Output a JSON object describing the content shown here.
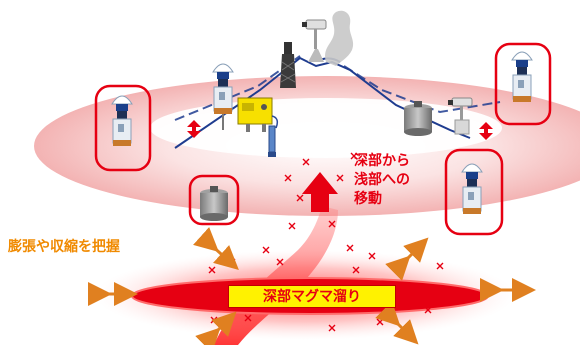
{
  "labels": {
    "inflation": "膨張や収縮を把握",
    "migration": [
      "深部から",
      "浅部への",
      "移動"
    ],
    "magma_chamber": "深部マグマ溜り"
  },
  "colors": {
    "ring_pink": "#f7c9c9",
    "magma_red": "#e60012",
    "arrow_orange": "#e08020",
    "highlight_yellow": "#fff200",
    "ground_line": "#1f3c8f",
    "text_orange": "#f08a00"
  },
  "icons": [
    "gps-station-icon",
    "tiltmeter-icon",
    "seismometer-icon",
    "camera-icon",
    "volcano-plume-icon",
    "signal-tower-icon",
    "data-logger-icon"
  ]
}
